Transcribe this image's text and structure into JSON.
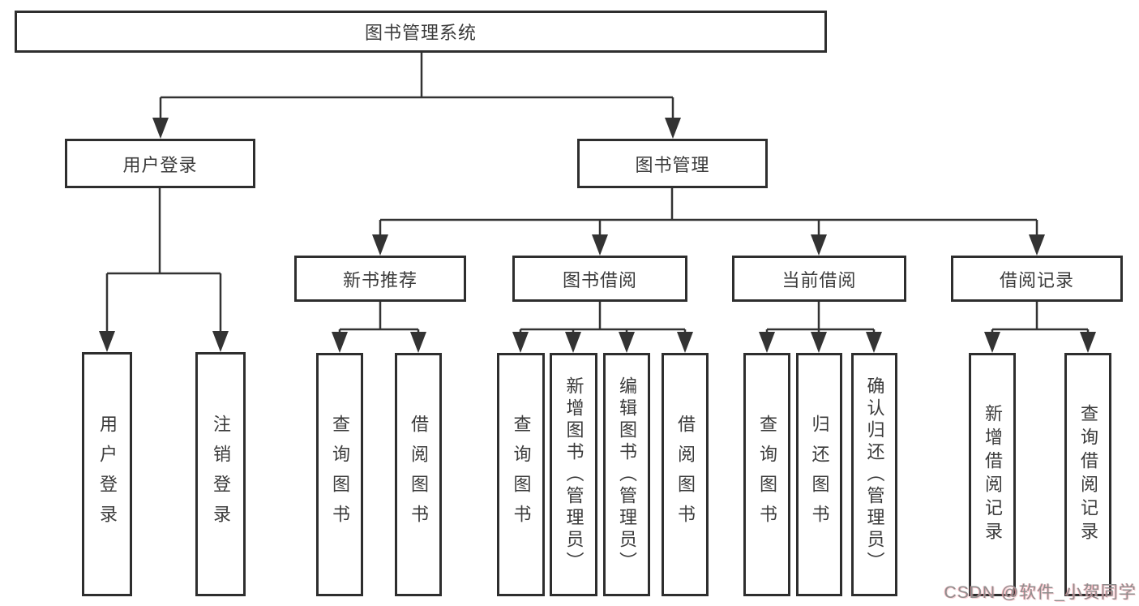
{
  "tree": {
    "root": {
      "label": "图书管理系统"
    },
    "branches": [
      {
        "label": "用户登录",
        "children": [
          {
            "label": "用户登录"
          },
          {
            "label": "注销登录"
          }
        ]
      },
      {
        "label": "图书管理",
        "children": [
          {
            "label": "新书推荐",
            "children": [
              {
                "label": "查询图书"
              },
              {
                "label": "借阅图书"
              }
            ]
          },
          {
            "label": "图书借阅",
            "children": [
              {
                "label": "查询图书"
              },
              {
                "label": "新增图书（管理员）"
              },
              {
                "label": "编辑图书（管理员）"
              },
              {
                "label": "借阅图书"
              }
            ]
          },
          {
            "label": "当前借阅",
            "children": [
              {
                "label": "查询图书"
              },
              {
                "label": "归还图书"
              },
              {
                "label": "确认归还（管理员）"
              }
            ]
          },
          {
            "label": "借阅记录",
            "children": [
              {
                "label": "新增借阅记录"
              },
              {
                "label": "查询借阅记录"
              }
            ]
          }
        ]
      }
    ]
  },
  "colors": {
    "line": "#333333",
    "border": "#2e2e2e",
    "text": "#3b3b3b",
    "watermark_pink": "#f69ea8"
  },
  "watermark": {
    "text": "CSDN @软件_小贺同学"
  }
}
